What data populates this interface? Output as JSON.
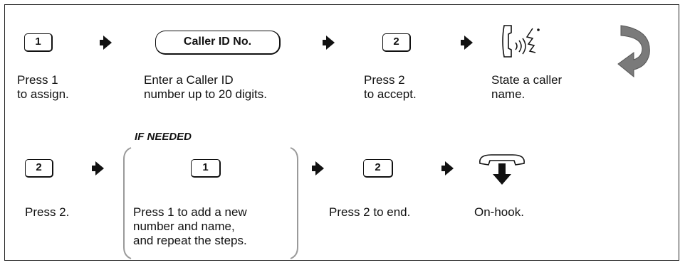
{
  "row1": {
    "step1": {
      "key": "1",
      "text": "Press 1\nto assign."
    },
    "step2": {
      "key": "Caller ID No.",
      "text": "Enter a Caller ID\nnumber up to 20 digits."
    },
    "step3": {
      "key": "2",
      "text": "Press 2\nto accept."
    },
    "step4": {
      "icon": "speaking-handset-icon",
      "text": "State a caller\nname."
    },
    "loop_icon": "curved-return-arrow-icon"
  },
  "row2": {
    "step1": {
      "key": "2",
      "text": "Press 2."
    },
    "optional_label": "IF NEEDED",
    "step2": {
      "key": "1",
      "text": "Press 1 to add a new\nnumber and name,\nand repeat the steps."
    },
    "step3": {
      "key": "2",
      "text": "Press 2 to end."
    },
    "step4": {
      "icon": "on-hook-handset-icon",
      "text": "On-hook."
    }
  },
  "colors": {
    "ink": "#111111",
    "loop_arrow": "#7a7a7a",
    "bracket": "#9a9a9a"
  }
}
